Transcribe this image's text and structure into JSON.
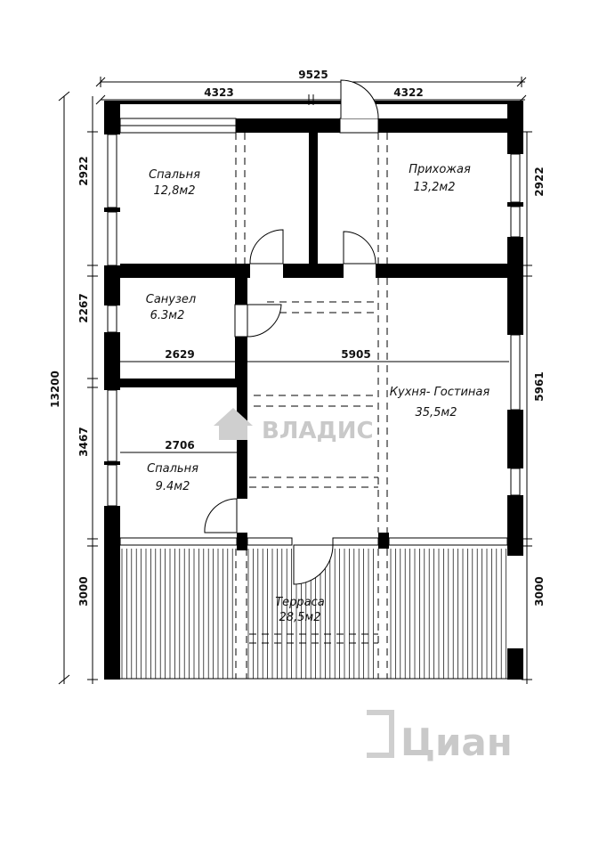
{
  "dimensions": {
    "total_width": "9525",
    "left_width": "4323",
    "right_width": "4322",
    "total_height": "13200",
    "left_row1": "2922",
    "left_row2": "2267",
    "left_row3": "3467",
    "left_row4": "3000",
    "right_row1": "2922",
    "right_row2": "5961",
    "right_row3": "3000",
    "bath_width": "2629",
    "kitchen_width": "5905",
    "bedroom2_width": "2706"
  },
  "rooms": {
    "bedroom1": {
      "name": "Спальня",
      "area": "12,8м2"
    },
    "hall": {
      "name": "Прихожая",
      "area": "13,2м2"
    },
    "bathroom": {
      "name": "Санузел",
      "area": "6.3м2"
    },
    "kitchen": {
      "name": "Кухня- Гостиная",
      "area": "35,5м2"
    },
    "bedroom2": {
      "name": "Спальня",
      "area": "9.4м2"
    },
    "terrace": {
      "name": "Терраса",
      "area": "28,5м2"
    }
  },
  "watermarks": {
    "vladis": "ВЛАДИС",
    "cian": "Циан"
  },
  "colors": {
    "wall": "#000000",
    "watermark": "#c9c9c9"
  }
}
